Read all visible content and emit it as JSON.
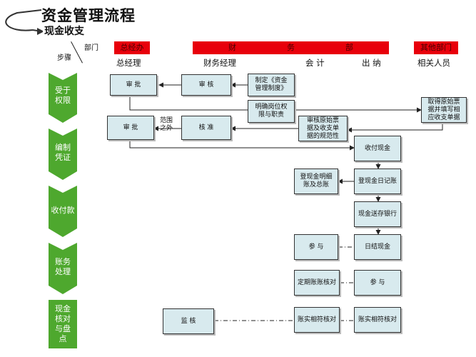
{
  "title": "资金管理流程",
  "subtitle": "现金收支",
  "corner": {
    "dept": "部门",
    "step": "步骤"
  },
  "departments": {
    "general_manager": "总经办",
    "finance": [
      "财",
      "务",
      "部"
    ],
    "other": "其他部门"
  },
  "roles": {
    "general_manager": "总经理",
    "finance_manager": "财务经理",
    "accountant": "会 计",
    "cashier": "出 纳",
    "related": "相关人员"
  },
  "steps": [
    {
      "label": "受于\n权限"
    },
    {
      "label": "编制\n凭证"
    },
    {
      "label": "收付款"
    },
    {
      "label": "账务\n处理"
    },
    {
      "label": "现金\n核对\n与盘\n点"
    }
  ],
  "boxes": {
    "approve1": "审 批",
    "review": "审 核",
    "make_system": "制定《资金\n管理制度》",
    "define_duties": "明确岗位权\n限与职责",
    "obtain_docs": "取得原始票\n据并填写相\n应收支单据",
    "approve2": "审 批",
    "scope_outside": "范围\n之外",
    "verify": "核 准",
    "audit_docs": "审核原始票\n据及收支单\n据的规范性",
    "receive_pay": "收付现金",
    "cash_ledger": "登现金明细\n账及总账",
    "cash_journal": "登现金日记账",
    "deposit": "现金送存银行",
    "participate1": "参 与",
    "daily_settle": "日结现金",
    "periodic_check": "定期账账核对",
    "participate2": "参 与",
    "supervise": "监 核",
    "account_match1": "账实相符核对",
    "account_match2": "账实相符核对"
  },
  "colors": {
    "red": "#e8000b",
    "green": "#4ea82e",
    "box": "#d8eaee"
  }
}
